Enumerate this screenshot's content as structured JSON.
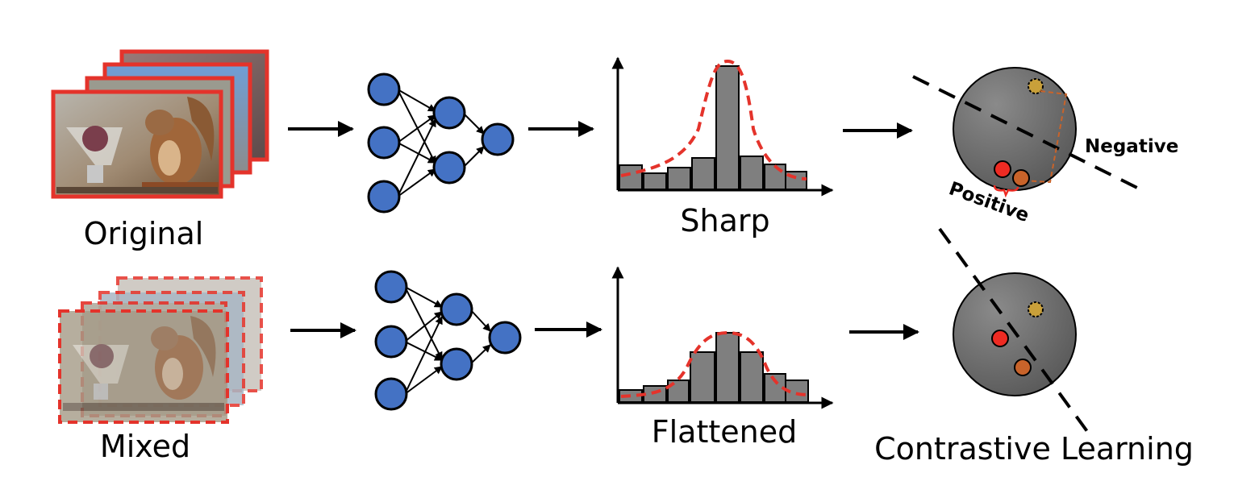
{
  "rows": [
    {
      "image_label": "Original",
      "distribution_label": "Sharp"
    },
    {
      "image_label": "Mixed",
      "distribution_label": "Flattened"
    }
  ],
  "embedding": {
    "negative_label": "Negative",
    "positive_label": "Positive",
    "caption": "Contrastive Learning"
  },
  "colors": {
    "frame_red": "#e4332b",
    "node_blue": "#4472c4",
    "bar_gray": "#7f7f7f",
    "sphere_gray": "#6f6f6f",
    "point_red": "#ee2b23",
    "point_brown": "#c8632a",
    "point_gold": "#c9a03a"
  }
}
